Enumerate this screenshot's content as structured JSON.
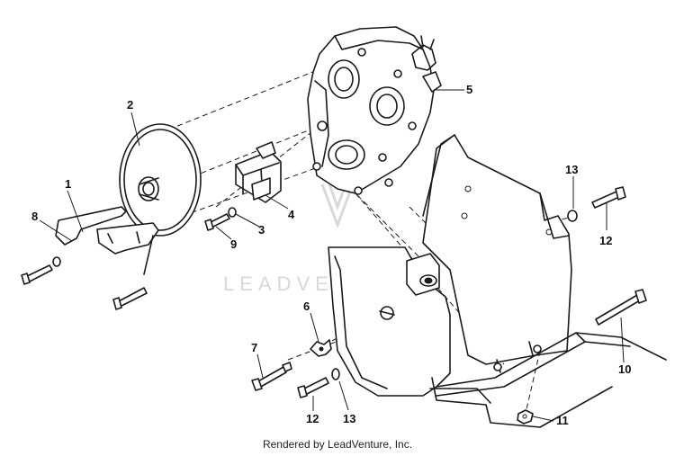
{
  "watermark": {
    "text": "LEADVENTURE"
  },
  "credit": "Rendered by LeadVenture, Inc.",
  "callouts": [
    "1",
    "2",
    "3",
    "4",
    "5",
    "6",
    "7",
    "8",
    "9",
    "10",
    "11",
    "12",
    "12",
    "13",
    "13"
  ],
  "colors": {
    "ink": "#1a1a1a",
    "watermark": "#d8d8d8",
    "background": "#ffffff"
  }
}
